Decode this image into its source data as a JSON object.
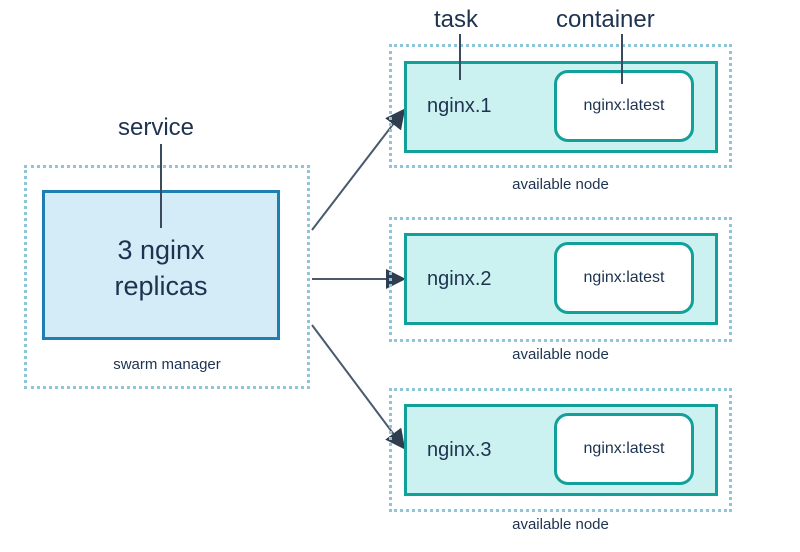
{
  "callouts": {
    "task": "task",
    "container": "container",
    "service": "service"
  },
  "service": {
    "line1": "3 nginx",
    "line2": "replicas",
    "caption": "swarm manager"
  },
  "nodes": [
    {
      "task": "nginx.1",
      "container": "nginx:latest",
      "caption": "available node"
    },
    {
      "task": "nginx.2",
      "container": "nginx:latest",
      "caption": "available node"
    },
    {
      "task": "nginx.3",
      "container": "nginx:latest",
      "caption": "available node"
    }
  ],
  "colors": {
    "service_fill": "#d3ecf7",
    "service_border": "#1f7fb2",
    "task_fill": "#ccf1f1",
    "task_border": "#12a09b",
    "dotted_border": "#8fc5d8",
    "arrow": "#4a5a6e"
  }
}
